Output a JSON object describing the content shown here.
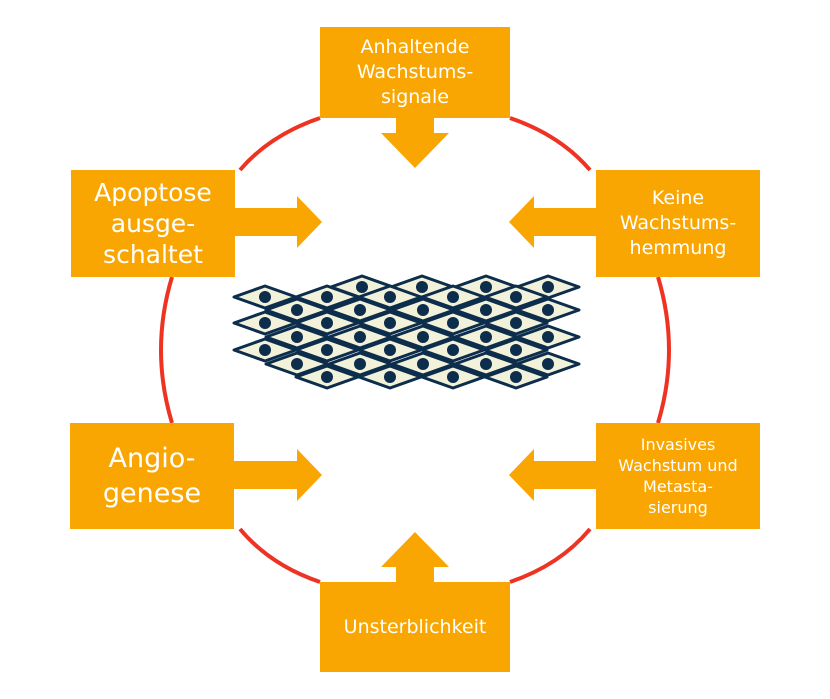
{
  "hallmarks": {
    "top": "Anhaltende\nWachstums-\nsignale",
    "top_left": "Apoptose\nausge-\nschaltet",
    "top_right": "Keine\nWachstums-\nhemmung",
    "bottom_left": "Angio-\ngenese",
    "bottom_right": "Invasives\nWachstum und\nMetasta-\nsierung",
    "bottom": "Unsterblichkeit"
  },
  "colors": {
    "box": "#F9A602",
    "ring": "#EE3322",
    "cell_fill": "#F2F1DA",
    "cell_stroke": "#0D2D4C",
    "nucleus": "#0D2D4C",
    "text": "#FFFFFF"
  },
  "icons": {
    "center": "tumor-cell-cluster-icon"
  }
}
